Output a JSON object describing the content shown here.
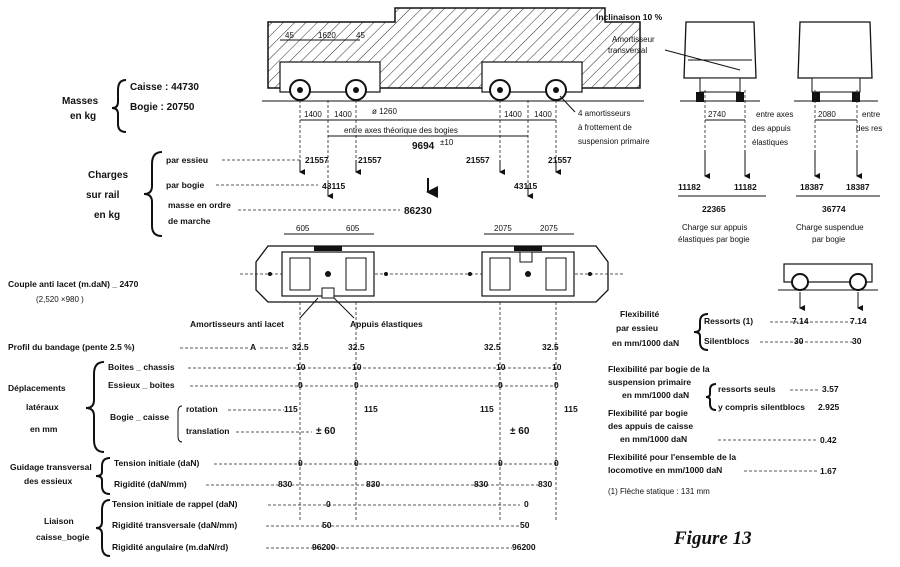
{
  "figure_label": "Figure 13",
  "top": {
    "dim_45a": "45",
    "dim_1620": "1620",
    "dim_45b": "45",
    "inclinaison": "Inclinaison 10 %",
    "amortisseur_transversal_1": "Amortisseur",
    "amortisseur_transversal_2": "transversal",
    "phi": "ø 1260",
    "dim_1400a": "1400",
    "dim_1400b": "1400",
    "dim_1400c": "1400",
    "dim_1400d": "1400",
    "entre_axes": "entre axes théorique des bogies",
    "empattement": "9694",
    "empattement_tol": "±10",
    "amort_frot_1": "4 amortisseurs",
    "amort_frot_2": "à frottement de",
    "amort_frot_3": "suspension primaire",
    "dim_2740": "2740",
    "appuis_1": "entre axes",
    "appuis_2": "des appuis",
    "appuis_3": "élastiques",
    "dim_2080": "2080",
    "right_partial_1": "entre",
    "right_partial_2": "des res"
  },
  "masses": {
    "title_1": "Masses",
    "title_2": "en kg",
    "caisse": "Caisse : 44730",
    "bogie": "Bogie : 20750"
  },
  "charges": {
    "title_1": "Charges",
    "title_2": "sur rail",
    "title_3": "en kg",
    "par_essieu": "par essieu",
    "par_bogie": "par bogie",
    "masse_1": "masse en ordre",
    "masse_2": "de marche",
    "essieu_values": [
      "21557",
      "21557",
      "21557",
      "21557"
    ],
    "bogie_values": [
      "43115",
      "43115"
    ],
    "total": "86230"
  },
  "right_charges": {
    "a1": "11182",
    "a2": "11182",
    "a_total": "22365",
    "a_cap_1": "Charge sur appuis",
    "a_cap_2": "élastiques par bogie",
    "b1": "18387",
    "b2": "18387",
    "b_total": "36774",
    "b_cap_1": "Charge suspendue",
    "b_cap_2": "par bogie"
  },
  "plan": {
    "dim_605a": "605",
    "dim_605b": "605",
    "dim_2075a": "2075",
    "dim_2075b": "2075",
    "couple_1": "Couple anti lacet (m.daN) _ 2470",
    "couple_2": "(2,520 ×980 )",
    "amort_anti_lacet": "Amortisseurs anti lacet",
    "appuis_elastiques": "Appuis élastiques"
  },
  "flex": {
    "title_1": "Flexibilité",
    "title_2": "par essieu",
    "title_3": "en mm/1000 daN",
    "ressorts": "Ressorts (1)",
    "ressorts_v1": "7.14",
    "ressorts_v2": "7.14",
    "silentblocs": "Silentblocs",
    "silent_v1": "30",
    "silent_v2": "30",
    "bogie_1": "Flexibilité par bogie de la",
    "bogie_2": "suspension primaire",
    "bogie_3": "en mm/1000 daN",
    "ressorts_seuls": "ressorts seuls",
    "ressorts_seuls_v": "3.57",
    "y_compris": "y compris silentblocs",
    "y_compris_v": "2.925",
    "appuis_1": "Flexibilité par bogie",
    "appuis_2": "des appuis de caisse",
    "appuis_3": "en mm/1000 daN",
    "appuis_v": "0.42",
    "ensemble_1": "Flexibilité pour l'ensemble de la",
    "ensemble_2": "locomotive en mm/1000 daN",
    "ensemble_v": "1.67",
    "note": "(1) Flèche statique : 131 mm"
  },
  "profil": {
    "label": "Profil du bandage (pente 2.5 %)",
    "letter": "A",
    "values": [
      "32.5",
      "32.5",
      "32.5",
      "32.5"
    ]
  },
  "deplacements": {
    "title_1": "Déplacements",
    "title_2": "latéraux",
    "title_3": "en mm",
    "boites_chassis": "Boites _ chassis",
    "boites_chassis_v": [
      "10",
      "10",
      "10",
      "10"
    ],
    "essieux_boites": "Essieux _ boites",
    "essieux_boites_v": [
      "0",
      "0",
      "0",
      "0"
    ],
    "bogie_caisse": "Bogie _ caisse",
    "rotation": "rotation",
    "rotation_v": [
      "115",
      "115",
      "115",
      "115"
    ],
    "translation": "translation",
    "translation_v": [
      "± 60",
      "± 60"
    ]
  },
  "guidage": {
    "title_1": "Guidage transversal",
    "title_2": "des essieux",
    "tension": "Tension initiale (daN)",
    "tension_v": [
      "0",
      "0",
      "0",
      "0"
    ],
    "rigidite": "Rigidité (daN/mm)",
    "rigidite_v": [
      "830",
      "830",
      "830",
      "830"
    ]
  },
  "liaison": {
    "title_1": "Liaison",
    "title_2": "caisse_bogie",
    "tension": "Tension initiale de rappel (daN)",
    "tension_v": [
      "0",
      "0"
    ],
    "rig_trans": "Rigidité transversale (daN/mm)",
    "rig_trans_v": [
      "50",
      "50"
    ],
    "rig_ang": "Rigidité angulaire (m.daN/rd)",
    "rig_ang_v": [
      "96200",
      "96200"
    ]
  }
}
